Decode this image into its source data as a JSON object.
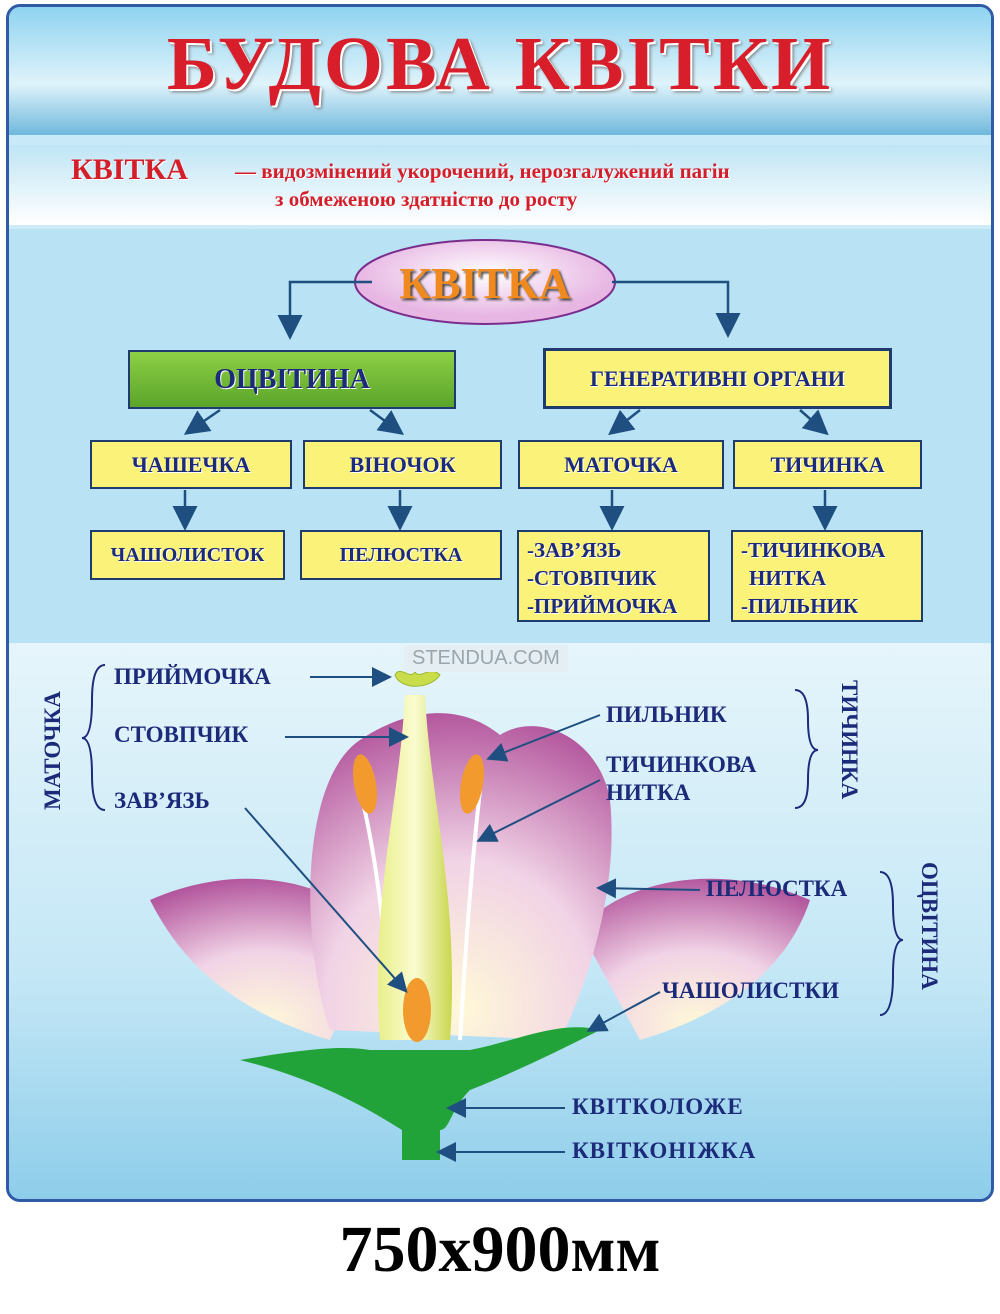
{
  "title": "БУДОВА КВІТКИ",
  "definition": {
    "term": "КВІТКА",
    "line1": "— видозмінений укорочений, нерозгалужений пагін",
    "line2": "з обмеженою здатністю до росту"
  },
  "tree": {
    "root": "КВІТКА",
    "perianth": "ОЦВІТИНА",
    "generative": "ГЕНЕРАТИВНІ ОРГАНИ",
    "calyx": "ЧАШЕЧКА",
    "corolla": "ВІНОЧОК",
    "pistil": "МАТОЧКА",
    "stamen": "ТИЧИНКА",
    "sepal": "ЧАШОЛИСТОК",
    "petal": "ПЕЛЮСТКА",
    "pistil_parts": [
      "-ЗАВ’ЯЗЬ",
      "-СТОВПЧИК",
      "-ПРИЙМОЧКА"
    ],
    "stamen_parts": [
      "-ТИЧИНКОВА",
      "НИТКА",
      "-ПИЛЬНИК"
    ]
  },
  "watermark": "STENDUA.COM",
  "diagram": {
    "pistil_group": "МАТОЧКА",
    "stigma": "ПРИЙМОЧКА",
    "style": "СТОВПЧИК",
    "ovary": "ЗАВ’ЯЗЬ",
    "anther": "ПИЛЬНИК",
    "filament_1": "ТИЧИНКОВА",
    "filament_2": "НИТКА",
    "stamen_group": "ТИЧИНКА",
    "petal": "ПЕЛЮСТКА",
    "sepals": "ЧАШОЛИСТКИ",
    "perianth_group": "ОЦВІТИНА",
    "receptacle": "КВІТКОЛОЖЕ",
    "pedicel": "КВІТКОНІЖКА"
  },
  "size_label": "750x900мм"
}
